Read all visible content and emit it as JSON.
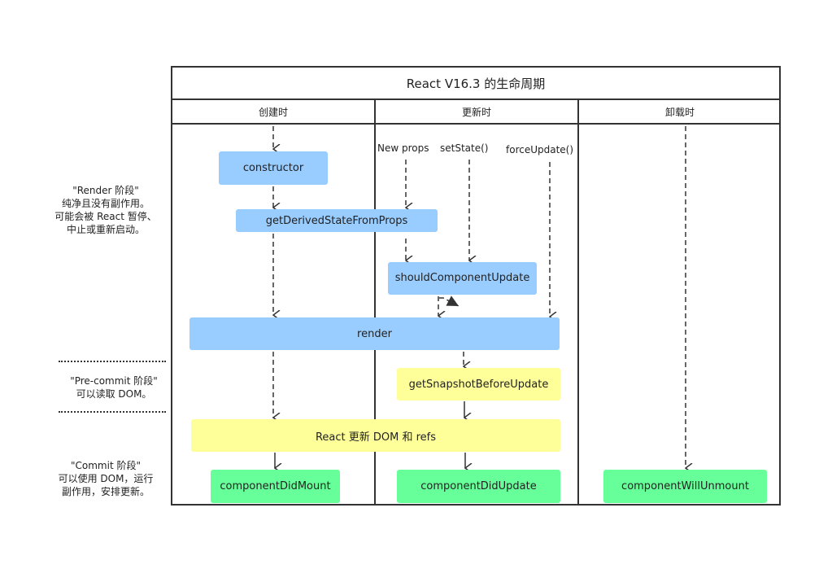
{
  "title": "React V16.3 的生命周期",
  "columns": [
    "创建时",
    "更新时",
    "卸载时"
  ],
  "phases": {
    "render": [
      "\"Render 阶段\"",
      "纯净且没有副作用。",
      "可能会被 React 暂停、",
      "中止或重新启动。"
    ],
    "precommit": [
      "\"Pre-commit 阶段\"",
      "可以读取 DOM。"
    ],
    "commit": [
      "\"Commit 阶段\"",
      "可以使用 DOM，运行",
      "副作用，安排更新。"
    ]
  },
  "triggers": {
    "new_props": "New props",
    "set_state": "setState()",
    "force_update": "forceUpdate()"
  },
  "nodes": {
    "constructor": "constructor",
    "get_derived": "getDerivedStateFromProps",
    "should_update": "shouldComponentUpdate",
    "render": "render",
    "get_snapshot": "getSnapshotBeforeUpdate",
    "react_update": "React 更新 DOM 和 refs",
    "did_mount": "componentDidMount",
    "did_update": "componentDidUpdate",
    "will_unmount": "componentWillUnmount"
  },
  "colors": {
    "render_phase_box": "#99ccff",
    "precommit_phase_box": "#ffff99",
    "commit_phase_box": "#66ff99",
    "lines": "#333333"
  }
}
